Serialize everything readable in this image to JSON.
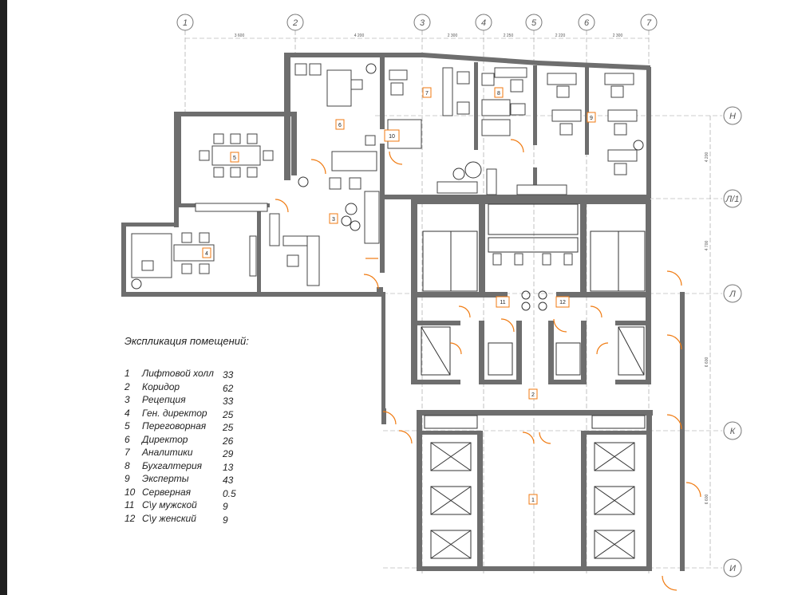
{
  "axes": {
    "columns": [
      "1",
      "2",
      "3",
      "4",
      "5",
      "6",
      "7"
    ],
    "rows": [
      "Н",
      "Л/1",
      "Л",
      "К",
      "И"
    ]
  },
  "dimensions": {
    "top": [
      "3 600",
      "4 200",
      "2 300",
      "2 250",
      "2 220",
      "2 300"
    ],
    "right": [
      "4 200",
      "4 700",
      "6 600",
      "6 600"
    ]
  },
  "room_tags": [
    "1",
    "2",
    "3",
    "4",
    "5",
    "6",
    "7",
    "8",
    "9",
    "10",
    "11",
    "12"
  ],
  "legend": {
    "title": "Экспликация помещений:",
    "items": [
      {
        "num": "1",
        "name": "Лифтовой холл"
      },
      {
        "num": "2",
        "name": "Коридор"
      },
      {
        "num": "3",
        "name": "Рецепция"
      },
      {
        "num": "4",
        "name": "Ген. директор"
      },
      {
        "num": "5",
        "name": "Переговорная"
      },
      {
        "num": "6",
        "name": "Директор"
      },
      {
        "num": "7",
        "name": "Аналитики"
      },
      {
        "num": "8",
        "name": "Бухгалтерия"
      },
      {
        "num": "9",
        "name": "Эксперты"
      },
      {
        "num": "10",
        "name": "Серверная"
      },
      {
        "num": "11",
        "name": "С\\у мужской"
      },
      {
        "num": "12",
        "name": "С\\у женский"
      }
    ],
    "areas": [
      "33",
      "62",
      "33",
      "25",
      "25",
      "26",
      "29",
      "13",
      "43",
      "0.5",
      "9",
      "9"
    ]
  },
  "colors": {
    "wall": "#6e6e6e",
    "door": "#f07a10",
    "sidebar": "#202020"
  }
}
